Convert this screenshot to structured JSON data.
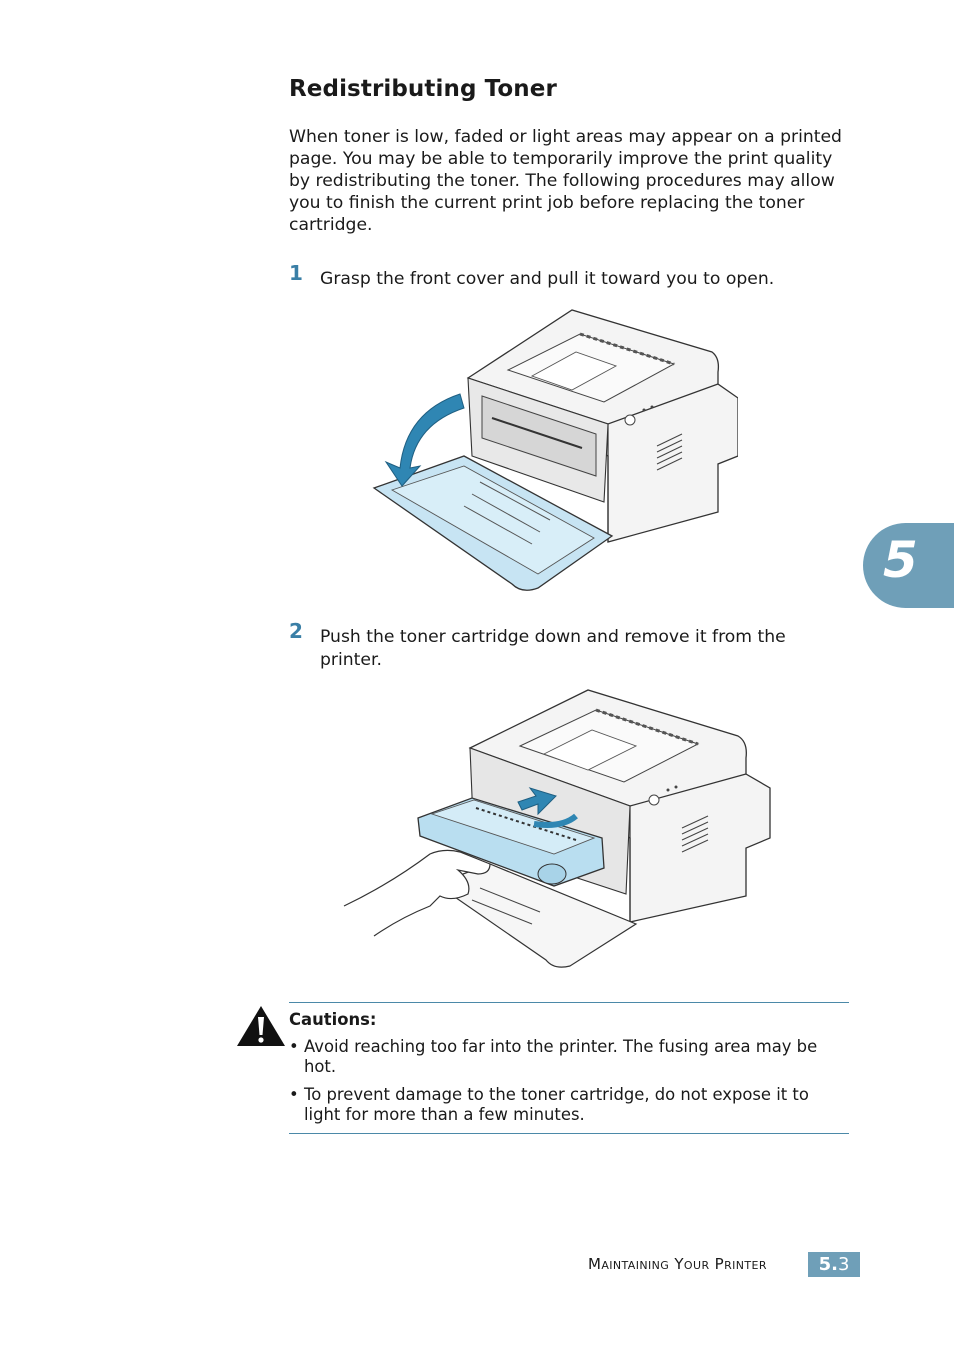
{
  "section": {
    "title": "Redistributing Toner",
    "intro": "When toner is low, faded or light areas may appear on a printed page. You may be able to temporarily improve the print quality by redistributing the toner. The following procedures may allow you to finish the current print job before replacing the toner cartridge."
  },
  "steps": [
    {
      "number": "1",
      "text": "Grasp the front cover and pull it toward you to open."
    },
    {
      "number": "2",
      "text": "Push the toner cartridge down and remove it from the printer."
    }
  ],
  "cautions": {
    "title": "Cautions:",
    "items": [
      "Avoid reaching too far into the printer. The fusing area may be hot.",
      "To prevent damage to the toner cartridge, do not expose it to light for more than a few minutes."
    ]
  },
  "chapter_tab": {
    "number": "5"
  },
  "footer": {
    "label": "Maintaining Your Printer",
    "page_chapter": "5.",
    "page_number": "3"
  },
  "colors": {
    "accent": "#6f9fb8",
    "step_number": "#3a7fa6",
    "arrow_blue": "#2f86b3",
    "cover_blue": "#c7e4f3"
  }
}
